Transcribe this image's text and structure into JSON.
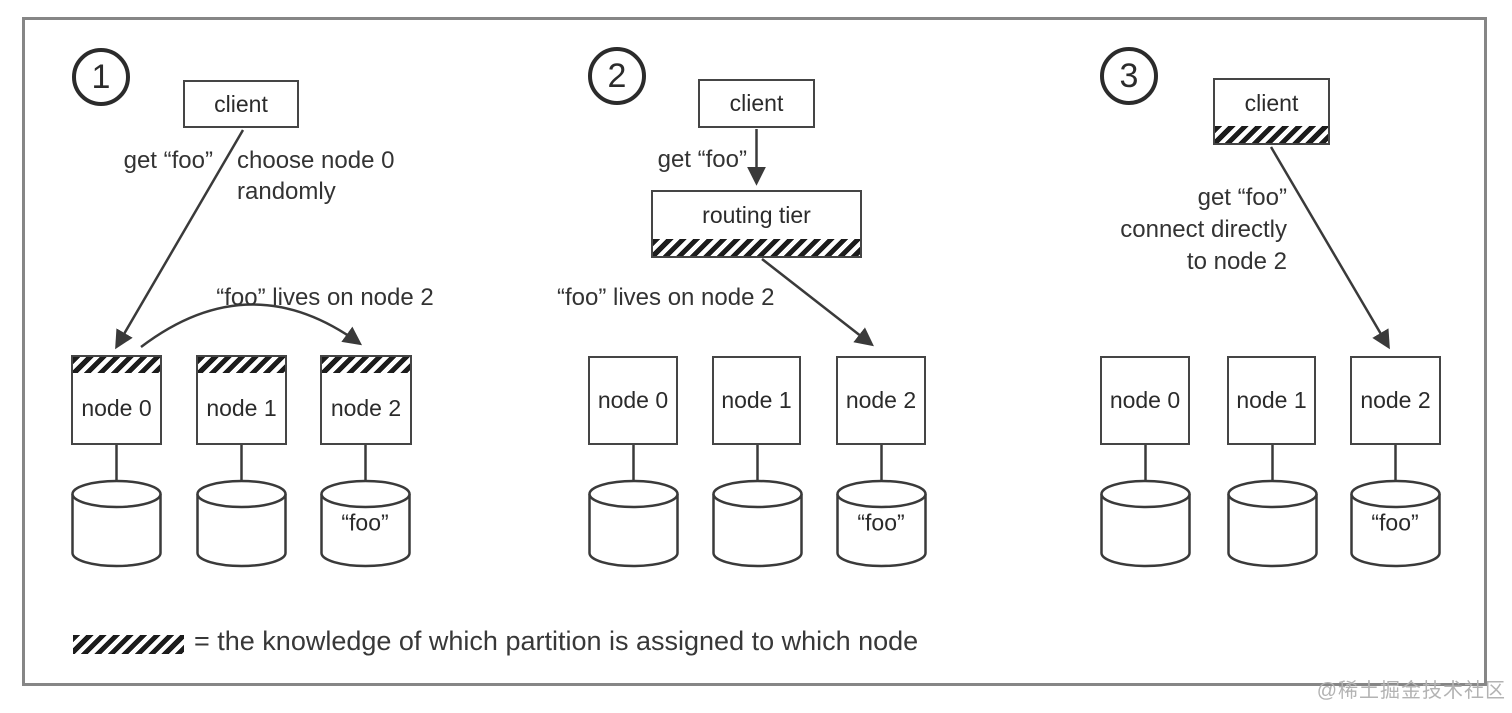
{
  "diagram": {
    "legend_text": "= the knowledge of which partition is assigned to which node",
    "watermark": "@稀土掘金技术社区",
    "colors": {
      "stroke": "#3a3a3a",
      "text": "#2e2e2e",
      "hatch": "#1c1c1c",
      "frame_border": "#868686",
      "watermark": "#b3b3b3",
      "background": "#ffffff"
    },
    "panels": [
      {
        "number": "1",
        "client_label": "client",
        "request_label": "get “foo”",
        "annotation": "choose node 0\nrandomly",
        "lives_on_label": "“foo” lives on node 2",
        "nodes": [
          "node 0",
          "node 1",
          "node 2"
        ],
        "foo_label": "“foo”"
      },
      {
        "number": "2",
        "client_label": "client",
        "routing_label": "routing tier",
        "request_label": "get “foo”",
        "lives_on_label": "“foo” lives on node 2",
        "nodes": [
          "node 0",
          "node 1",
          "node 2"
        ],
        "foo_label": "“foo”"
      },
      {
        "number": "3",
        "client_label": "client",
        "request_label": "get “foo”\nconnect directly\nto node 2",
        "nodes": [
          "node 0",
          "node 1",
          "node 2"
        ],
        "foo_label": "“foo”"
      }
    ]
  }
}
